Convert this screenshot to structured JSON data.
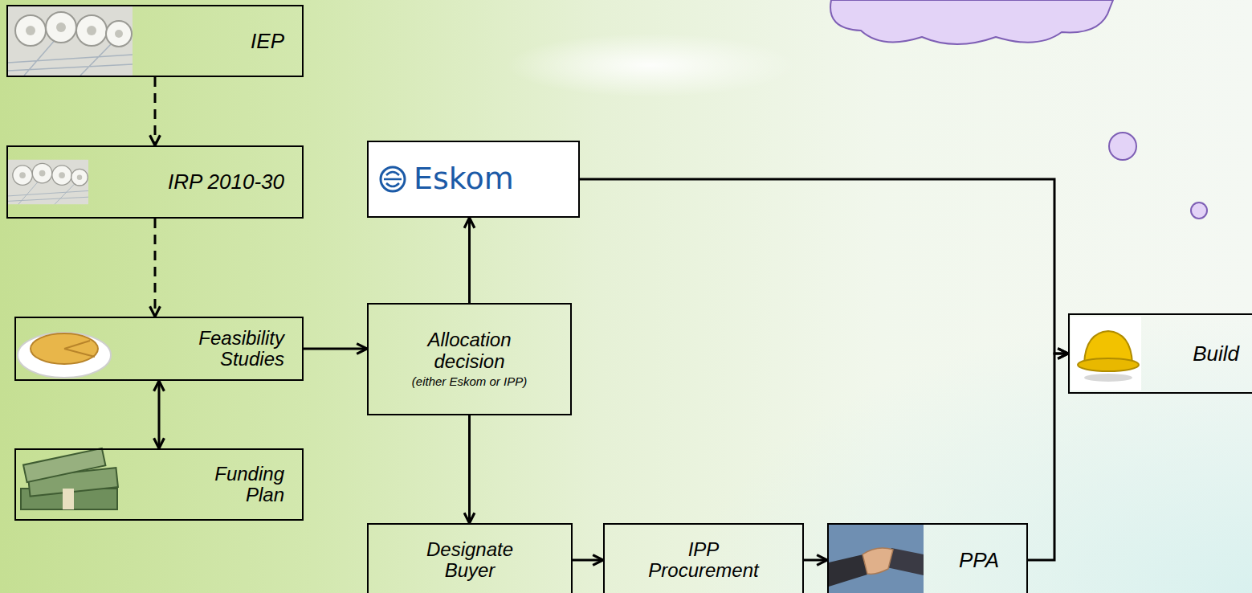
{
  "diagram": {
    "nodes": [
      {
        "text": [
          "IEP"
        ]
      },
      {
        "text": [
          "IRP 2010-30"
        ]
      },
      {
        "text": [
          "Eskom"
        ]
      },
      {
        "text": [
          "Feasibility Studies"
        ]
      },
      {
        "text": [
          "Allocation decision",
          "(either Eskom or IPP)"
        ]
      },
      {
        "text": [
          "Build"
        ]
      },
      {
        "text": [
          "Funding Plan"
        ]
      },
      {
        "text": [
          "Designate Buyer"
        ]
      },
      {
        "text": [
          "IPP Procurement"
        ]
      },
      {
        "text": [
          "PPA"
        ]
      }
    ],
    "edges": [
      {
        "from": 0,
        "to": 1,
        "arrow": "to"
      },
      {
        "from": 1,
        "to": 3,
        "arrow": "to"
      },
      {
        "from": 3,
        "to": 6,
        "arrow": "both"
      },
      {
        "from": 3,
        "to": 4,
        "arrow": "to"
      },
      {
        "from": 4,
        "to": 2,
        "arrow": "to"
      },
      {
        "from": 4,
        "to": 7,
        "arrow": "to"
      },
      {
        "from": 7,
        "to": 8,
        "arrow": "to"
      },
      {
        "from": 8,
        "to": 9,
        "arrow": "to"
      },
      {
        "from": 2,
        "to": 5,
        "arrow": "to"
      },
      {
        "from": 9,
        "to": 5,
        "arrow": "to"
      }
    ]
  }
}
